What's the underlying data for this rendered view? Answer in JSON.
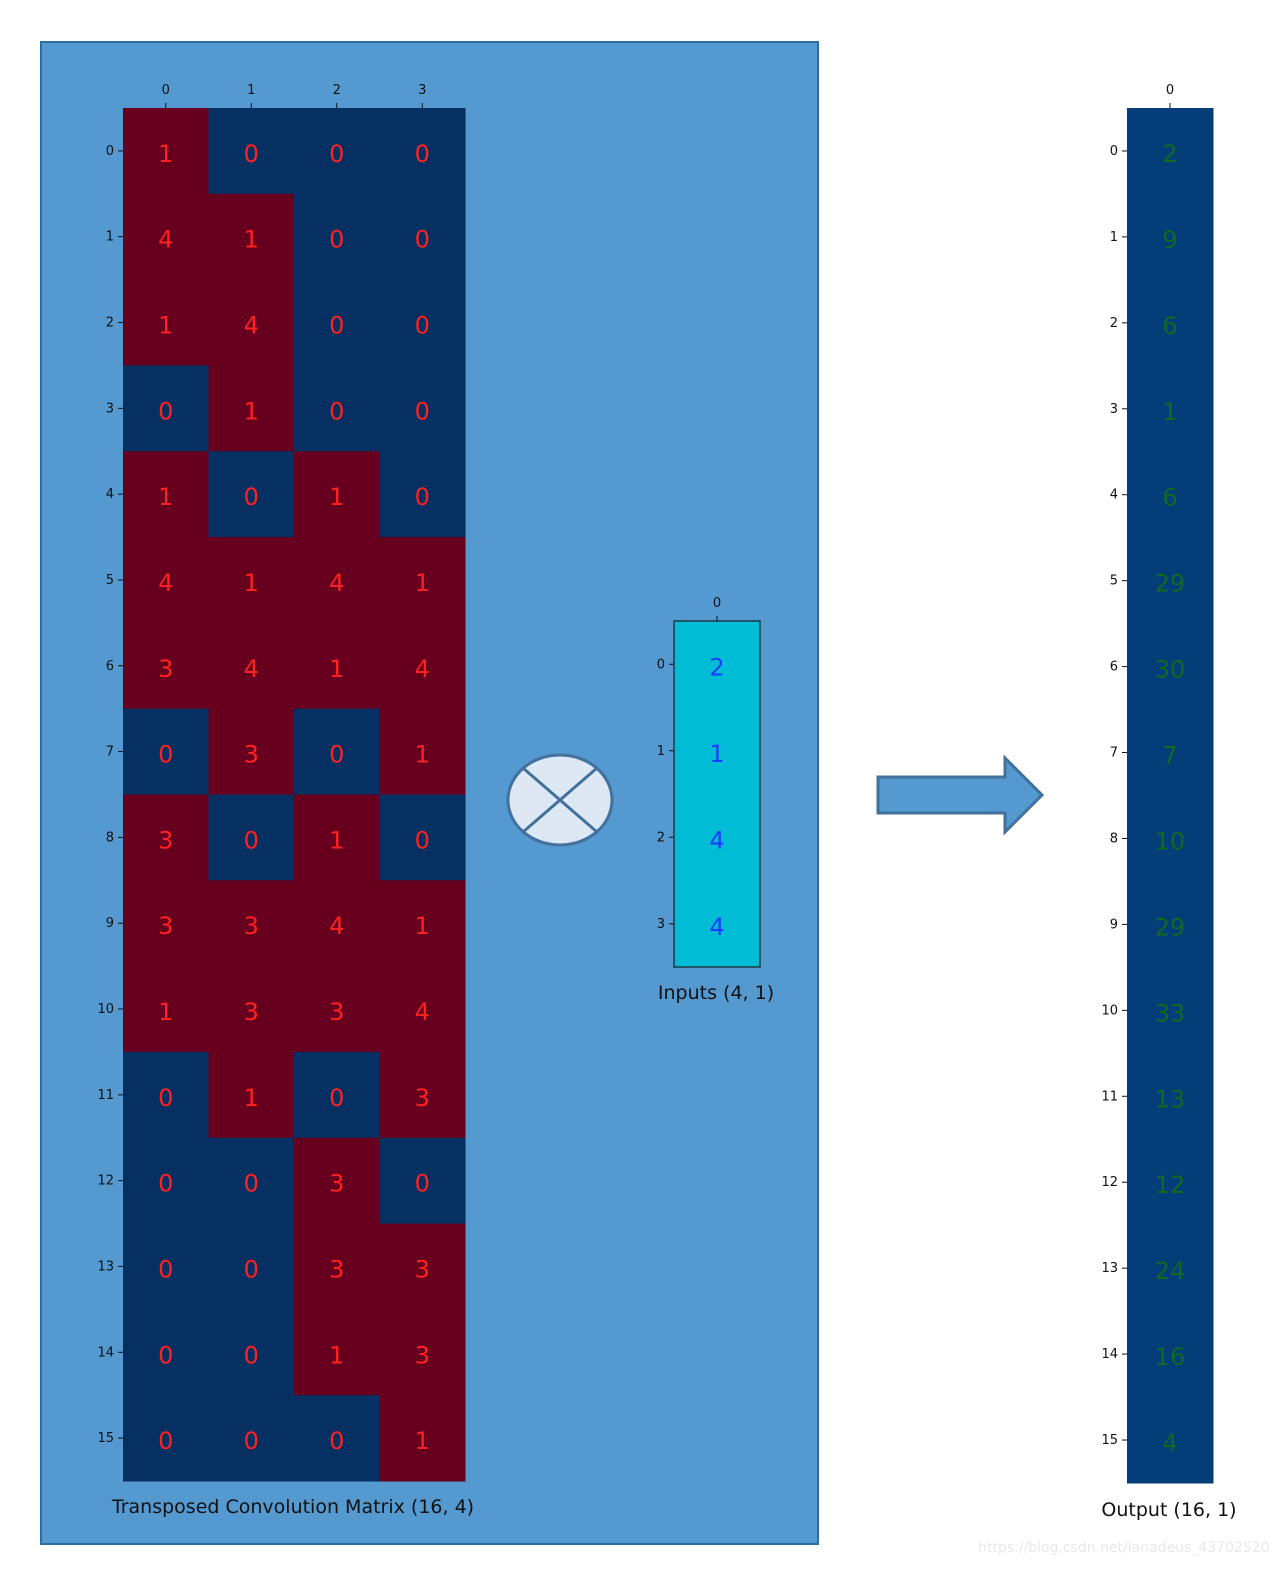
{
  "colors": {
    "panel_bg": "#5499cf",
    "panel_border": "#2e6e9e",
    "matrix_high": "#67001f",
    "matrix_low": "#053061",
    "matrix_text": "#ff2020",
    "input_cell": "#00bcd4",
    "input_text": "#1a3dff",
    "output_cell": "#053d79",
    "output_text": "#0e6b20",
    "operator_fill": "#dde8f4",
    "operator_stroke": "#41719c",
    "arrow_fill": "#5499cf",
    "arrow_stroke": "#41719c"
  },
  "operator": {
    "icon": "circled-times-icon"
  },
  "arrow": {
    "icon": "right-arrow-icon"
  },
  "watermark": "https://blog.csdn.net/lanadeus_43702520",
  "chart_data": [
    {
      "type": "heatmap",
      "title": "Transposed Convolution Matrix (16, 4)",
      "row_ticks": [
        "0",
        "1",
        "2",
        "3",
        "4",
        "5",
        "6",
        "7",
        "8",
        "9",
        "10",
        "11",
        "12",
        "13",
        "14",
        "15"
      ],
      "col_ticks": [
        "0",
        "1",
        "2",
        "3"
      ],
      "values": [
        [
          1,
          0,
          0,
          0
        ],
        [
          4,
          1,
          0,
          0
        ],
        [
          1,
          4,
          0,
          0
        ],
        [
          0,
          1,
          0,
          0
        ],
        [
          1,
          0,
          1,
          0
        ],
        [
          4,
          1,
          4,
          1
        ],
        [
          3,
          4,
          1,
          4
        ],
        [
          0,
          3,
          0,
          1
        ],
        [
          3,
          0,
          1,
          0
        ],
        [
          3,
          3,
          4,
          1
        ],
        [
          1,
          3,
          3,
          4
        ],
        [
          0,
          1,
          0,
          3
        ],
        [
          0,
          0,
          3,
          0
        ],
        [
          0,
          0,
          3,
          3
        ],
        [
          0,
          0,
          1,
          3
        ],
        [
          0,
          0,
          0,
          1
        ]
      ]
    },
    {
      "type": "heatmap",
      "title": "Inputs (4, 1)",
      "row_ticks": [
        "0",
        "1",
        "2",
        "3"
      ],
      "col_ticks": [
        "0"
      ],
      "values": [
        [
          2
        ],
        [
          1
        ],
        [
          4
        ],
        [
          4
        ]
      ]
    },
    {
      "type": "heatmap",
      "title": "Output (16, 1)",
      "row_ticks": [
        "0",
        "1",
        "2",
        "3",
        "4",
        "5",
        "6",
        "7",
        "8",
        "9",
        "10",
        "11",
        "12",
        "13",
        "14",
        "15"
      ],
      "col_ticks": [
        "0"
      ],
      "values": [
        [
          2
        ],
        [
          9
        ],
        [
          6
        ],
        [
          1
        ],
        [
          6
        ],
        [
          29
        ],
        [
          30
        ],
        [
          7
        ],
        [
          10
        ],
        [
          29
        ],
        [
          33
        ],
        [
          13
        ],
        [
          12
        ],
        [
          24
        ],
        [
          16
        ],
        [
          4
        ]
      ]
    }
  ]
}
